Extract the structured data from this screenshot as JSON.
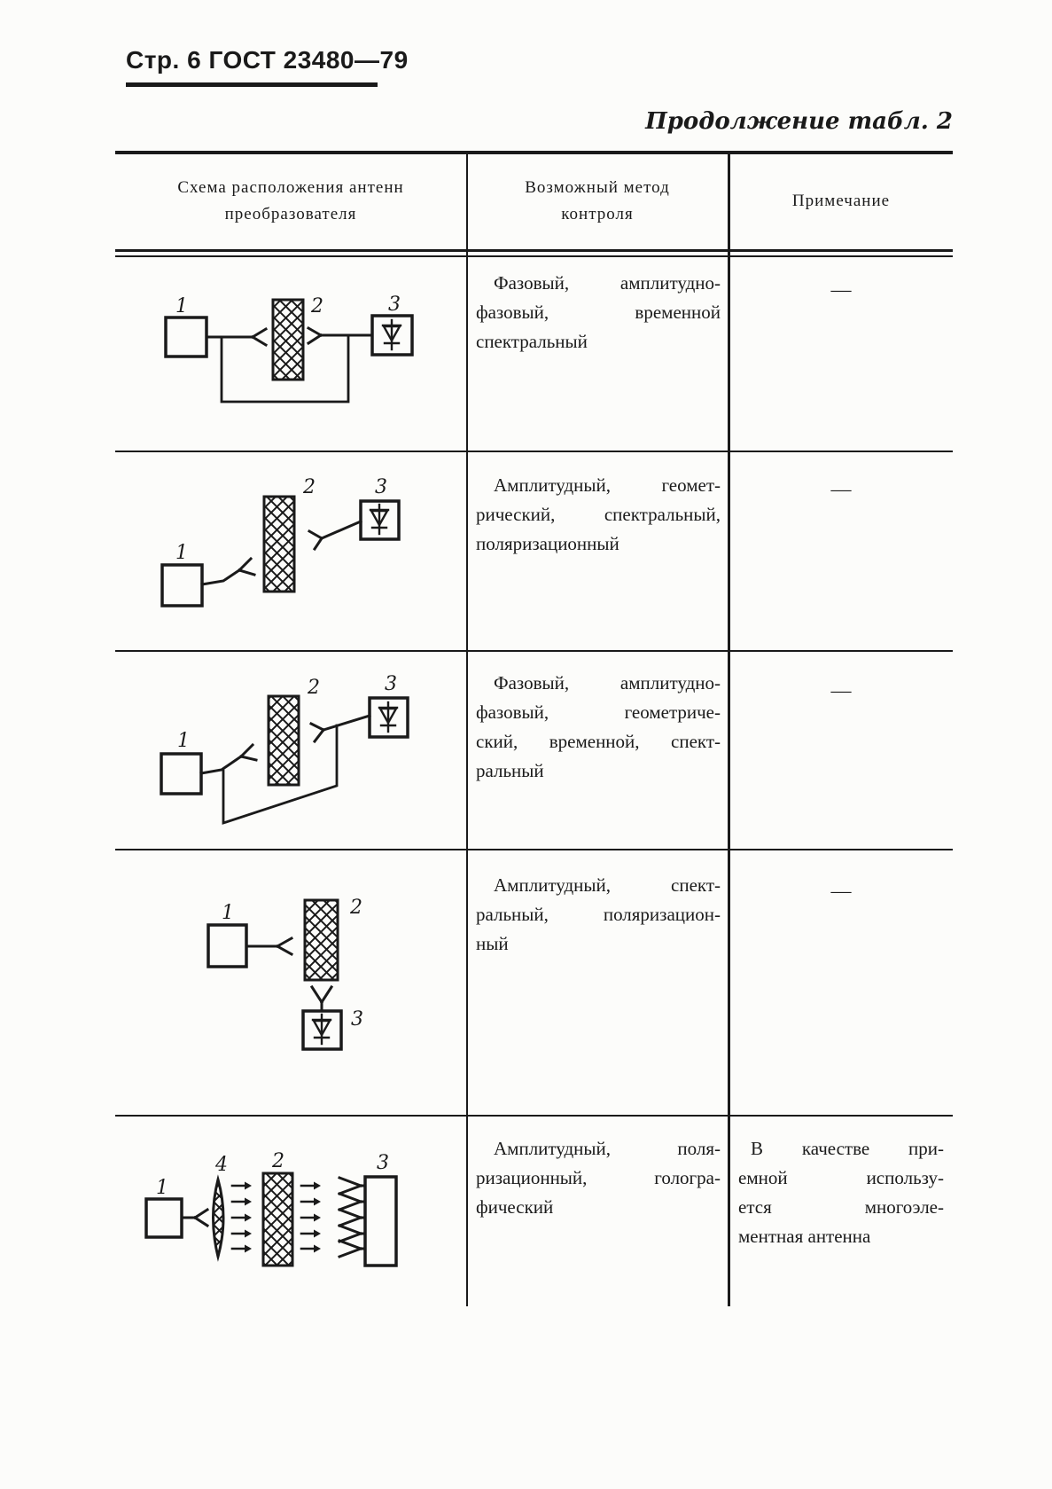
{
  "header": {
    "page_label": "Стр. 6 ГОСТ 23480—79",
    "continuation": "Продолжение табл. 2"
  },
  "table": {
    "columns": [
      {
        "lines": [
          "Схема расположения антенн",
          "преобразователя"
        ]
      },
      {
        "lines": [
          "Возможный метод",
          "контроля"
        ]
      },
      {
        "lines": [
          "Примечание"
        ]
      }
    ],
    "rows": [
      {
        "labels": [
          "1",
          "2",
          "3"
        ],
        "method_lines": [
          "Фазовый, амплитудно-",
          "фазовый, временной",
          "спектральный"
        ],
        "note": "—"
      },
      {
        "labels": [
          "1",
          "2",
          "3"
        ],
        "method_lines": [
          "Амплитудный, геомет-",
          "рический, спектральный,",
          "поляризационный"
        ],
        "note": "—"
      },
      {
        "labels": [
          "1",
          "2",
          "3"
        ],
        "method_lines": [
          "Фазовый, амплитудно-",
          "фазовый, геометриче-",
          "ский, временной, спект-",
          "ральный"
        ],
        "note": "—"
      },
      {
        "labels": [
          "1",
          "2",
          "3"
        ],
        "method_lines": [
          "Амплитудный, спект-",
          "ральный, поляризацион-",
          "ный"
        ],
        "note": "—"
      },
      {
        "labels": [
          "1",
          "4",
          "2",
          "3"
        ],
        "method_lines": [
          "Амплитудный, поля-",
          "ризационный, гологра-",
          "фический"
        ],
        "note_lines": [
          "В качестве при-",
          "емной использу-",
          "ется многоэле-",
          "ментная антенна"
        ]
      }
    ]
  },
  "colors": {
    "ink": "#1a1a1a",
    "paper": "#fcfcfa"
  }
}
